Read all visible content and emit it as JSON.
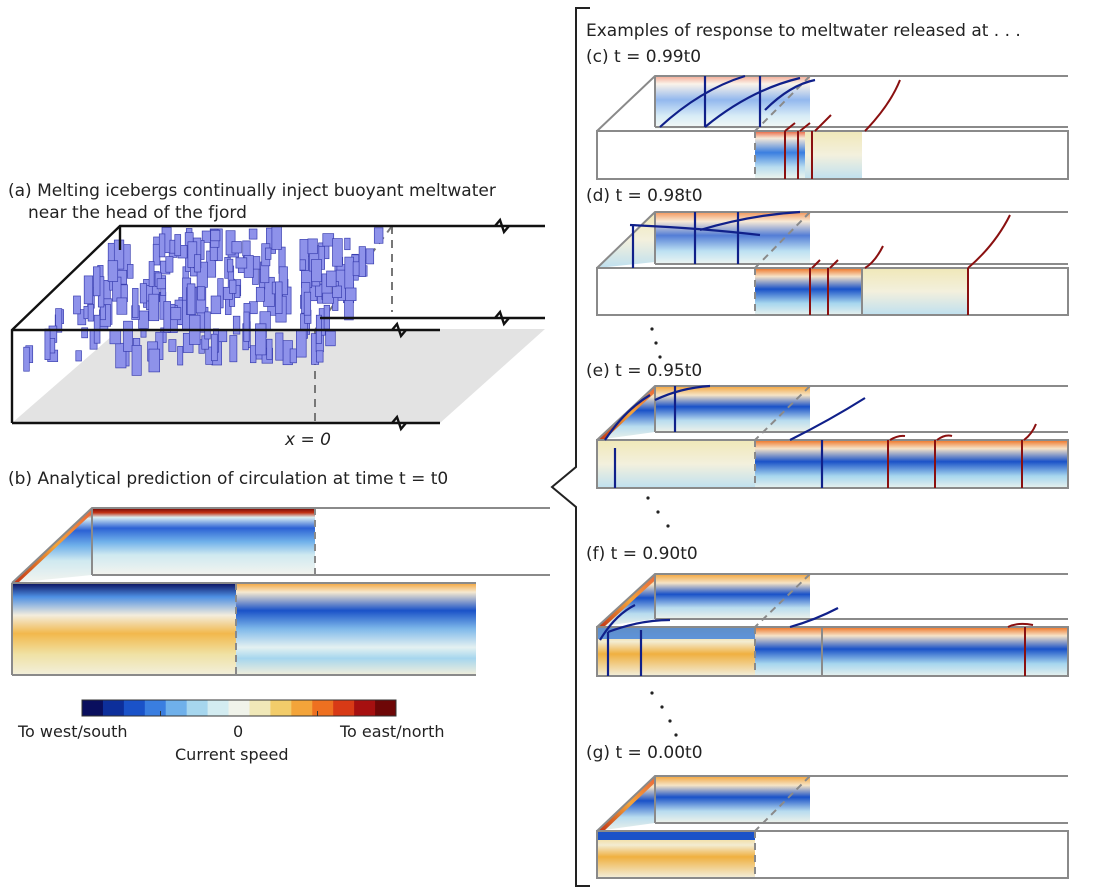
{
  "panel_a": {
    "caption_line1": "(a) Melting icebergs continually inject buoyant meltwater",
    "caption_line2": "near the head of the fjord",
    "x_label": "x = 0"
  },
  "panel_b": {
    "caption": "(b) Analytical prediction of circulation at time t = t0"
  },
  "colorbar": {
    "left_label": "To west/south",
    "center_label": "0",
    "right_label": "To east/north",
    "title": "Current speed",
    "colors": [
      "#0a0f5e",
      "#0d2f9b",
      "#1a52c8",
      "#3a7ee0",
      "#6fb0ea",
      "#a6d6ee",
      "#d3ecf1",
      "#f0f3ea",
      "#f0e8b8",
      "#f2cc6a",
      "#f3a43a",
      "#ee7020",
      "#d83a16",
      "#a61010",
      "#6e0707"
    ]
  },
  "right_panels": {
    "header": "Examples of response to meltwater released at . . .",
    "c_label": "(c) t = 0.99t0",
    "d_label": "(d) t = 0.98t0",
    "e_label": "(e) t = 0.95t0",
    "f_label": "(f) t = 0.90t0",
    "g_label": "(g) t = 0.00t0"
  },
  "colors": {
    "ice_blue": "#8e92ea",
    "ice_edge": "#3a3fb0",
    "floor_gray": "#e3e3e3",
    "navy_line": "#10208a",
    "maroon_line": "#8a1010"
  }
}
